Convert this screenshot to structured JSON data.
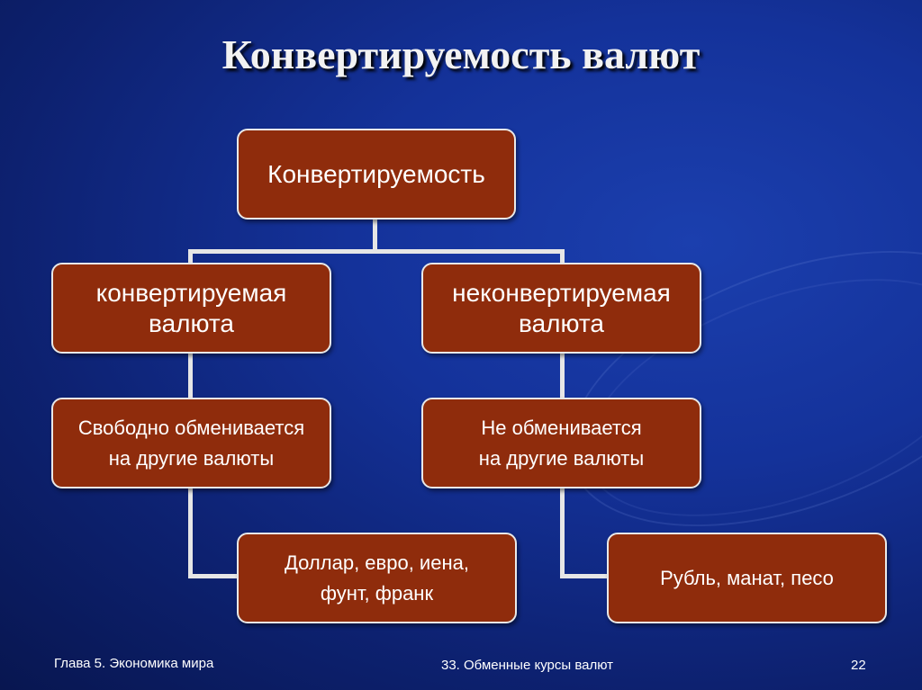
{
  "slide": {
    "title": "Конвертируемость валют",
    "footer_left": "Глава 5. Экономика мира",
    "footer_center": "33. Обменные курсы валют",
    "footer_right": "22"
  },
  "diagram": {
    "root": "Конвертируемость",
    "left_branch": {
      "label": "конвертируемая\nвалюта",
      "description": "Свободно обменивается\nна другие валюты",
      "examples": "Доллар, евро, иена,\nфунт, франк"
    },
    "right_branch": {
      "label": "неконвертируемая\nвалюта",
      "description": "Не обменивается\nна другие валюты",
      "examples": "Рубль, манат, песо"
    }
  },
  "colors": {
    "box_fill": "#8f2c0c",
    "box_border": "#e9e9e9",
    "background": "#14329a"
  }
}
